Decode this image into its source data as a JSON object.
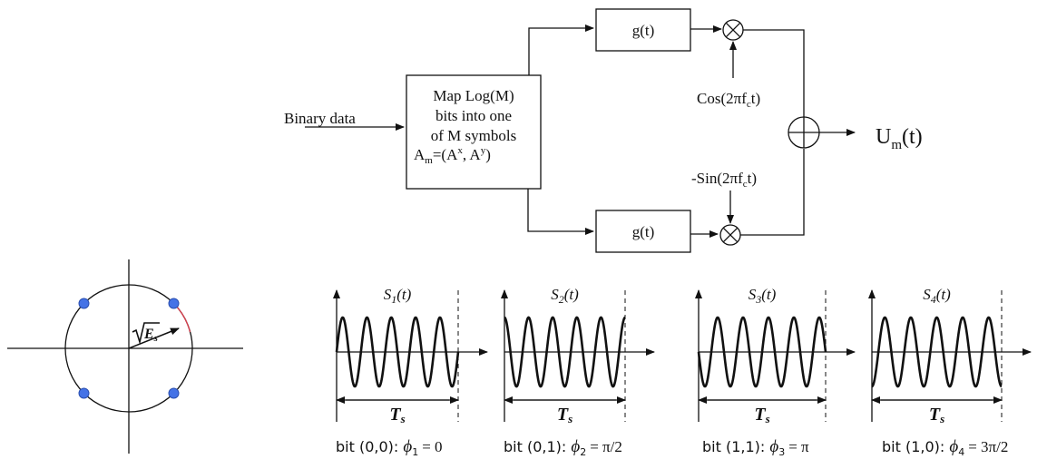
{
  "block_diagram": {
    "input_label": "Binary data",
    "mapper_lines": [
      "Map Log(M)",
      "bits into one",
      "of M symbols"
    ],
    "mapper_symbol": {
      "main": "A",
      "sub": "m",
      "eq": "=(A",
      "sup_x": "x",
      "mid": ", A",
      "sup_y": "y",
      "close": ")"
    },
    "filter_top": "g(t)",
    "filter_bottom": "g(t)",
    "cos_carrier": {
      "pre": "Cos(2πf",
      "sub": "c",
      "post": "t)"
    },
    "sin_carrier": {
      "pre": "-Sin(2πf",
      "sub": "c",
      "post": "t)"
    },
    "output": {
      "main": "U",
      "sub": "m",
      "post": "(t)"
    }
  },
  "constellation": {
    "radius_label": "E",
    "radius_sub": "s",
    "point_color": "#4472e6",
    "points": [
      {
        "name": "point-1",
        "angle_deg": 45
      },
      {
        "name": "point-2",
        "angle_deg": 135
      },
      {
        "name": "point-3",
        "angle_deg": 225
      },
      {
        "name": "point-4",
        "angle_deg": 315
      }
    ]
  },
  "waveforms": [
    {
      "title": "S",
      "sub": "1",
      "tail": "(t)",
      "period_label": "T",
      "period_sub": "s",
      "bits": "bit (0,0): ",
      "phase": "ϕ",
      "phase_sub": "1",
      "phase_value": "= 0",
      "phase_rad": 0
    },
    {
      "title": "S",
      "sub": "2",
      "tail": "(t)",
      "period_label": "T",
      "period_sub": "s",
      "bits": "bit (0,1): ",
      "phase": "ϕ",
      "phase_sub": "2",
      "phase_value": "= π/2",
      "phase_rad": 1.5708
    },
    {
      "title": "S",
      "sub": "3",
      "tail": "(t)",
      "period_label": "T",
      "period_sub": "s",
      "bits": "bit (1,1): ",
      "phase": "ϕ",
      "phase_sub": "3",
      "phase_value": "= π",
      "phase_rad": 3.1416
    },
    {
      "title": "S",
      "sub": "4",
      "tail": "(t)",
      "period_label": "T",
      "period_sub": "s",
      "bits": "bit (1,0): ",
      "phase": "ϕ",
      "phase_sub": "4",
      "phase_value": "= 3π/2",
      "phase_rad": 4.7124
    }
  ]
}
